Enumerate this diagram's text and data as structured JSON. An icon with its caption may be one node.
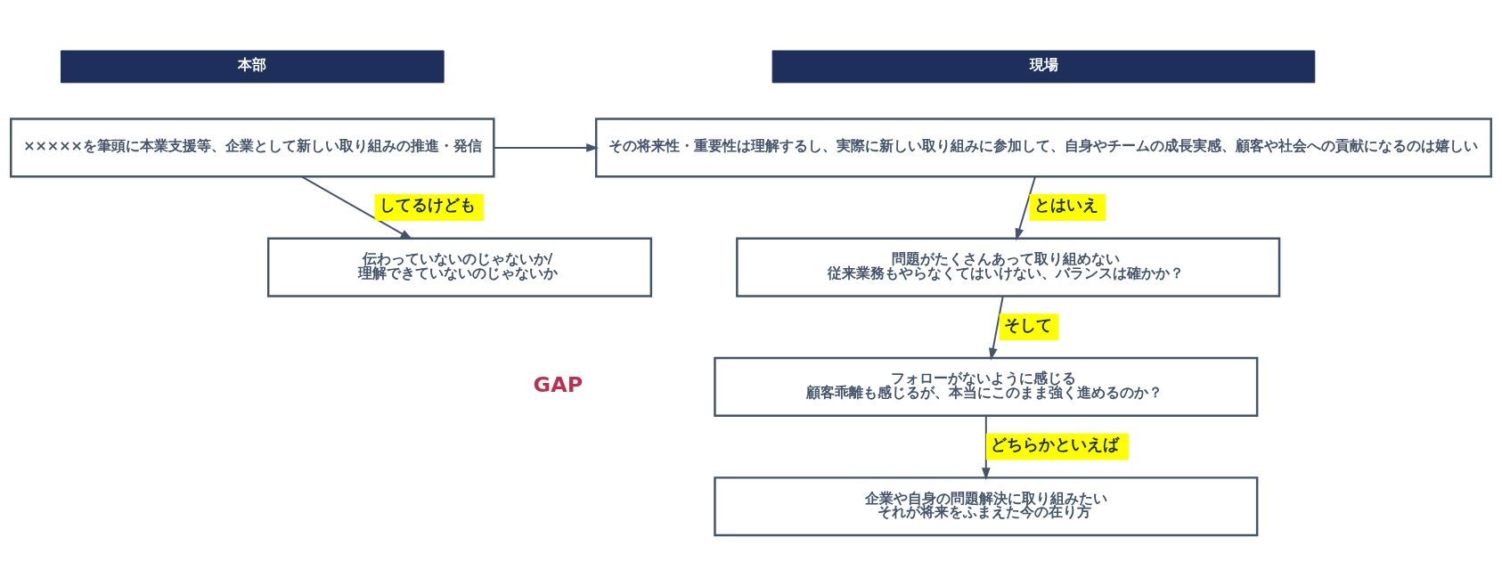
{
  "diagram": {
    "nodes": [
      {
        "text": [
          "本部"
        ]
      },
      {
        "text": [
          "現場"
        ]
      },
      {
        "text": [
          "×××××を筆頭に本業支援等、企業として新しい取り組みの推進・発信"
        ]
      },
      {
        "text": [
          "伝わっていないのじゃないか/",
          "理解できていないのじゃないか"
        ]
      },
      {
        "text": [
          "その将来性・重要性は理解するし、実際に新しい取り組みに参加して、自身やチームの成長実感、顧客や社会への貢献になるのは嬉しい"
        ]
      },
      {
        "text": [
          "問題がたくさんあって取り組めない",
          "従来業務もやらなくてはいけない、バランスは確かか？"
        ]
      },
      {
        "text": [
          "フォローがないように感じる",
          "顧客乖離も感じるが、本当にこのまま強く進めるのか？"
        ]
      },
      {
        "text": [
          "企業や自身の問題解決に取り組みたい",
          "それが将来をふまえた今の在り方"
        ]
      }
    ],
    "edges": [
      {
        "from": 2,
        "to": 4,
        "arrow": "to"
      },
      {
        "from": 2,
        "to": 3,
        "arrow": "to",
        "label": "してるけども"
      },
      {
        "from": 4,
        "to": 5,
        "arrow": "to",
        "label": "とはいえ"
      },
      {
        "from": 5,
        "to": 6,
        "arrow": "to",
        "label": "そして"
      },
      {
        "from": 6,
        "to": 7,
        "arrow": "to",
        "label": "どちらかといえば"
      }
    ],
    "labels": [
      "GAP"
    ]
  }
}
